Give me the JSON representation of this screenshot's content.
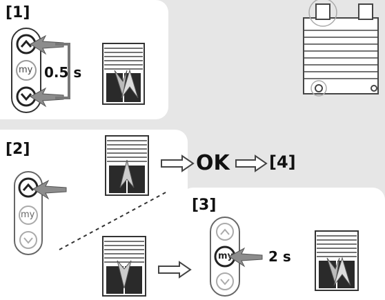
{
  "steps": {
    "s1": "[1]",
    "s2": "[2]",
    "s3": "[3]"
  },
  "remote": {
    "up_icon": "chevron-up-icon",
    "my_label": "my",
    "down_icon": "chevron-down-icon"
  },
  "texts": {
    "time1": "0.5 s",
    "ok": "OK",
    "go_to": "[4]",
    "time3": "2 s"
  },
  "colors": {
    "background": "#e6e6e6",
    "panel": "#ffffff",
    "arrow_gray": "#8c8c8c",
    "shutter_dark": "#2a2a2a"
  }
}
